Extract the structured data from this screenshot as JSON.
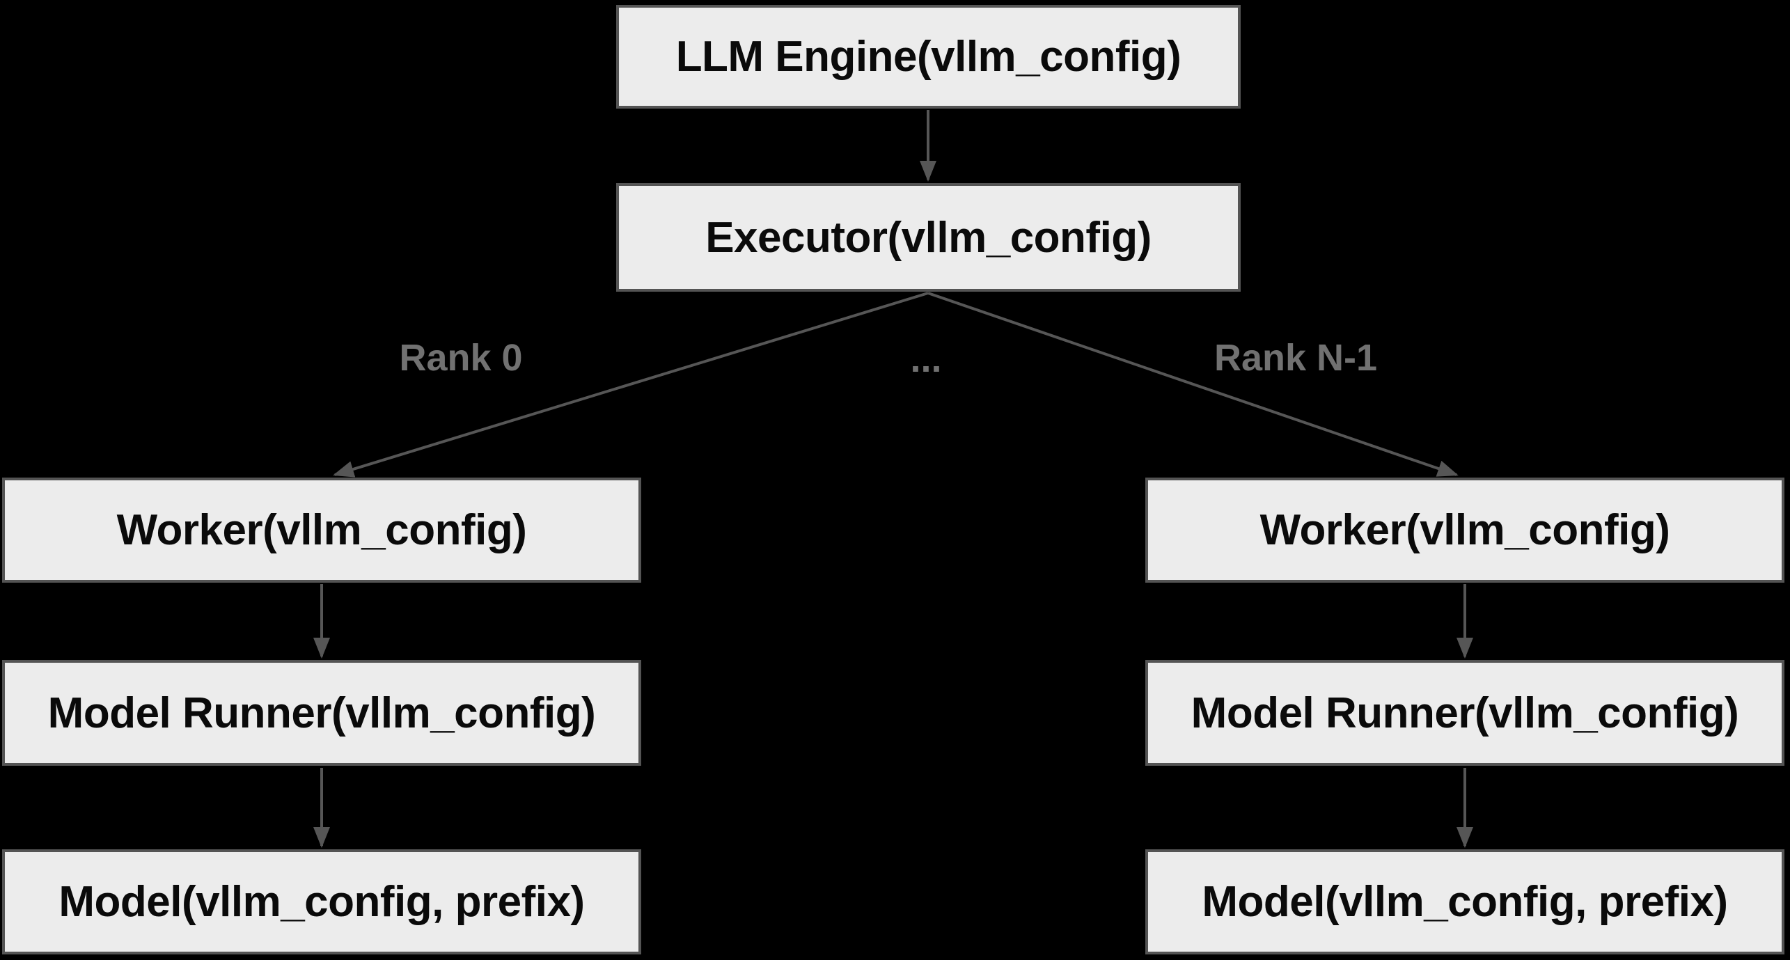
{
  "diagram": {
    "type": "flowchart-top-down",
    "background_color": "#000000",
    "node_fill_color": "#ececec",
    "node_border_color": "#545454",
    "node_text_color": "#0a0a0a",
    "edge_color": "#565656",
    "edge_label_color": "#717171",
    "nodes": {
      "llm_engine": {
        "label": "LLM Engine(vllm_config)"
      },
      "executor": {
        "label": "Executor(vllm_config)"
      },
      "worker_rank0": {
        "label": "Worker(vllm_config)"
      },
      "worker_rankn": {
        "label": "Worker(vllm_config)"
      },
      "model_runner_rank0": {
        "label": "Model Runner(vllm_config)"
      },
      "model_runner_rankn": {
        "label": "Model Runner(vllm_config)"
      },
      "model_rank0": {
        "label": "Model(vllm_config, prefix)"
      },
      "model_rankn": {
        "label": "Model(vllm_config, prefix)"
      }
    },
    "edge_labels": {
      "rank0": "Rank 0",
      "ellipsis": "...",
      "rankn": "Rank N-1"
    },
    "edges": [
      {
        "from": "llm_engine",
        "to": "executor",
        "label": ""
      },
      {
        "from": "executor",
        "to": "worker_rank0",
        "label": "Rank 0"
      },
      {
        "from": "executor",
        "to": "worker_rankn",
        "label": "Rank N-1"
      },
      {
        "from": "worker_rank0",
        "to": "model_runner_rank0",
        "label": ""
      },
      {
        "from": "model_runner_rank0",
        "to": "model_rank0",
        "label": ""
      },
      {
        "from": "worker_rankn",
        "to": "model_runner_rankn",
        "label": ""
      },
      {
        "from": "model_runner_rankn",
        "to": "model_rankn",
        "label": ""
      }
    ]
  }
}
